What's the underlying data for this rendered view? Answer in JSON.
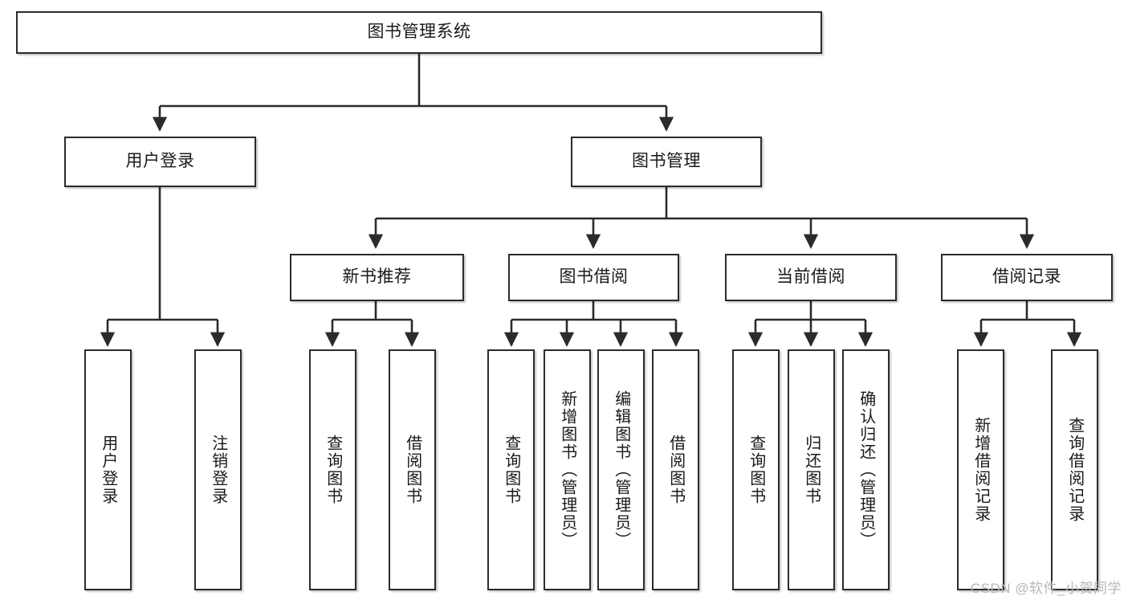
{
  "diagram": {
    "title": "图书管理系统",
    "type": "tree-hierarchy",
    "colors": {
      "box_border": "#2b2b2b",
      "box_fill": "#ffffff",
      "connector": "#2b2b2b",
      "text": "#1a1a1a",
      "watermark": "#b6b6b6",
      "background": "#ffffff"
    },
    "watermark": "CSDN @软件_小贺同学"
  },
  "nodes": {
    "root": {
      "label": "图书管理系统"
    },
    "level2": [
      {
        "id": "user-login",
        "label": "用户登录"
      },
      {
        "id": "book-manage",
        "label": "图书管理"
      }
    ],
    "level3": [
      {
        "id": "new-book-recommend",
        "label": "新书推荐"
      },
      {
        "id": "book-borrow",
        "label": "图书借阅"
      },
      {
        "id": "current-borrow",
        "label": "当前借阅"
      },
      {
        "id": "borrow-record",
        "label": "借阅记录"
      }
    ],
    "leaves": {
      "user_login": [
        {
          "id": "leaf-user-login",
          "label": "用户登录"
        },
        {
          "id": "leaf-logout",
          "label": "注销登录"
        }
      ],
      "new_book_recommend": [
        {
          "id": "leaf-query-book-1",
          "label": "查询图书"
        },
        {
          "id": "leaf-borrow-book-1",
          "label": "借阅图书"
        }
      ],
      "book_borrow": [
        {
          "id": "leaf-query-book-2",
          "label": "查询图书"
        },
        {
          "id": "leaf-add-book",
          "label": "新增图书（管理员）"
        },
        {
          "id": "leaf-edit-book",
          "label": "编辑图书（管理员）"
        },
        {
          "id": "leaf-borrow-book-2",
          "label": "借阅图书"
        }
      ],
      "current_borrow": [
        {
          "id": "leaf-query-book-3",
          "label": "查询图书"
        },
        {
          "id": "leaf-return-book",
          "label": "归还图书"
        },
        {
          "id": "leaf-confirm-return",
          "label": "确认归还（管理员）"
        }
      ],
      "borrow_record": [
        {
          "id": "leaf-add-record",
          "label": "新增借阅记录"
        },
        {
          "id": "leaf-query-record",
          "label": "查询借阅记录"
        }
      ]
    }
  }
}
